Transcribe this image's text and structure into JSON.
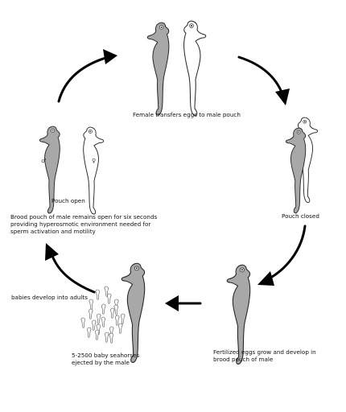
{
  "labels": {
    "female_transfers": "Female transfers eggs to male pouch",
    "pouch_open": "Pouch open",
    "brood_pouch_open": "Brood pouch of male remains open for six seconds\nproviding hyperosmotic environment needed for\nsperm activation and motility",
    "pouch_closed": "Pouch closed",
    "babies_develop": "babies develop into adults",
    "baby_seahorses": "5-2500 baby seahorses\nejected by the male",
    "fertilized_eggs": "Fertilized eggs grow and develop in\nbrood pouch of male"
  },
  "symbols": {
    "male": "♂",
    "female": "♀"
  },
  "colors": {
    "male_fill": "#a8a8a8",
    "female_fill": "#ffffff",
    "outline": "#222222",
    "arrow": "#000000"
  }
}
